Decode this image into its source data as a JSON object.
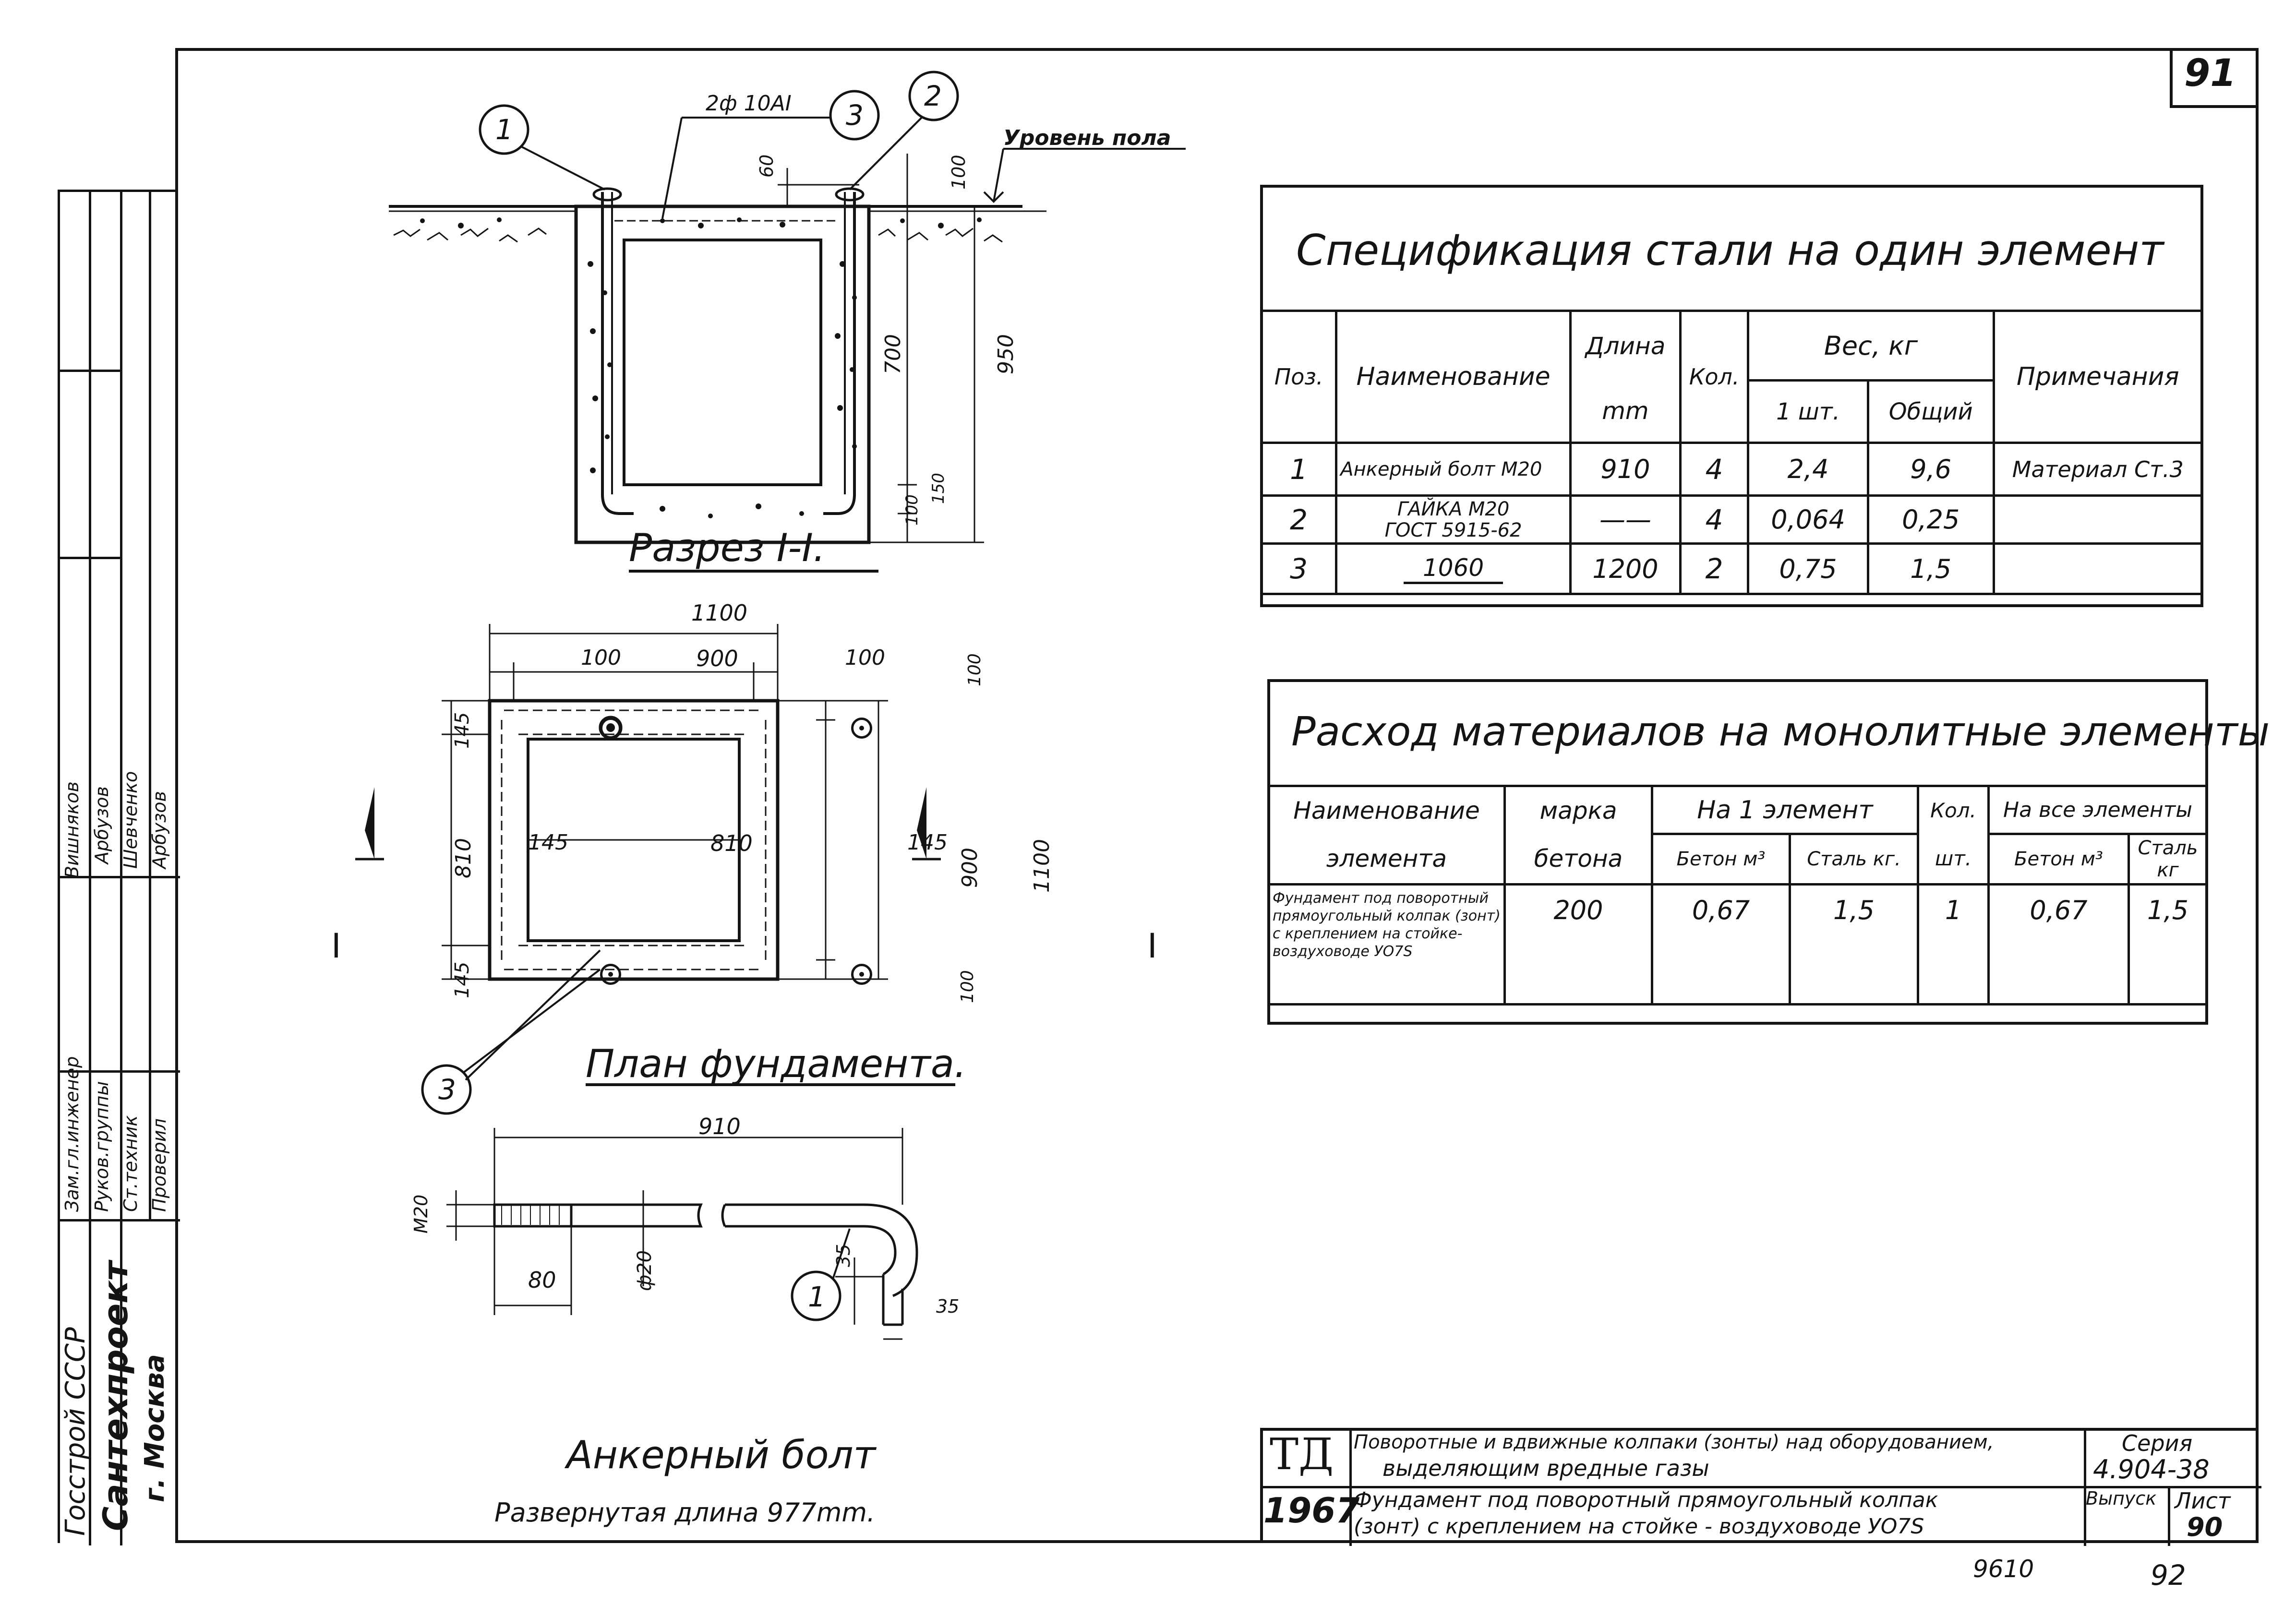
{
  "sheet_number": "91",
  "section": {
    "callout_1": "1",
    "callout_2": "2",
    "callout_3": "3",
    "rebar_label": "2ф 10AI",
    "floor_level": "Уровень пола",
    "dim_60": "60",
    "dim_100_top": "100",
    "dim_700": "700",
    "dim_950": "950",
    "dim_150": "150",
    "dim_100_bottom": "100",
    "title": "Разрез I-I."
  },
  "plan": {
    "dim_1100_top": "1100",
    "dim_100_left": "100",
    "dim_900_top": "900",
    "dim_100_right": "100",
    "dim_145_top": "145",
    "dim_810_left": "810",
    "dim_145_bottom": "145",
    "dim_145_inner_left": "145",
    "dim_810_center": "810",
    "dim_145_inner_right": "145",
    "dim_100_right_top": "100",
    "dim_900_right": "900",
    "dim_100_right_bottom": "100",
    "dim_1100_right": "1100",
    "cut_left": "I",
    "cut_right": "I",
    "callout_3": "3",
    "title": "План фундамента."
  },
  "bolt": {
    "dim_910": "910",
    "dim_m20": "M20",
    "dim_80": "80",
    "dim_d20": "ф20",
    "dim_35_v": "35",
    "dim_35_h": "35",
    "callout_1": "1",
    "title": "Анкерный болт",
    "subtitle": "Развернутая длина 977mm."
  },
  "spec_table": {
    "title": "Спецификация стали на один элемент",
    "headers": {
      "pos": "Поз.",
      "name": "Наименование",
      "length": "Длина",
      "length_unit": "mm",
      "qty": "Кол.",
      "weight": "Вес, кг",
      "weight_one": "1 шт.",
      "weight_total": "Общий",
      "notes": "Примечания"
    },
    "rows": [
      {
        "pos": "1",
        "name": "Анкерный болт M20",
        "length": "910",
        "qty": "4",
        "one": "2,4",
        "total": "9,6",
        "note": "Материал Ст.3"
      },
      {
        "pos": "2",
        "name": "ГАЙКА M20",
        "name2": "ГОСТ 5915-62",
        "length": "——",
        "qty": "4",
        "one": "0,064",
        "total": "0,25",
        "note": ""
      },
      {
        "pos": "3",
        "name": "1060",
        "length": "1200",
        "qty": "2",
        "one": "0,75",
        "total": "1,5",
        "note": ""
      }
    ]
  },
  "materials_table": {
    "title": "Расход материалов на монолитные элементы",
    "headers": {
      "name1": "Наименование",
      "name2": "элемента",
      "grade1": "марка",
      "grade2": "бетона",
      "per_one": "На 1 элемент",
      "concrete": "Бетон м³",
      "steel": "Сталь кг.",
      "qty1": "Кол.",
      "qty2": "шт.",
      "all": "На все элементы",
      "concrete_all": "Бетон м³",
      "steel_all": "Сталь кг"
    },
    "row": {
      "name": "Фундамент под поворотный прямоугольный колпак (зонт) с креплением на стойке-воздуховоде УО7S",
      "grade": "200",
      "concrete": "0,67",
      "steel": "1,5",
      "qty": "1",
      "concrete_all": "0,67",
      "steel_all": "1,5"
    }
  },
  "side_stamp": {
    "org1": "Госстрой СССР",
    "org2": "Сантехпроект",
    "org3": "г. Москва",
    "roles": [
      "Зам.гл.инженер",
      "Руков.группы",
      "Ст.техник",
      "Проверил"
    ],
    "names": [
      "Вишняков",
      "Арбузов",
      "Шевченко",
      "Арбузов"
    ]
  },
  "title_block": {
    "td": "ТД",
    "year": "1967",
    "line1": "Поворотные и вдвижные колпаки (зонты) над оборудованием,",
    "line2": "выделяющим вредные газы",
    "line3": "Фундамент под поворотный прямоугольный колпак",
    "line4": "(зонт) с креплением на стойке - воздуховоде УО7S",
    "series_label": "Серия",
    "series_value": "4.904-38",
    "issue_label": "Выпуск",
    "sheet_label": "Лист",
    "sheet_value": "90"
  },
  "footer": {
    "code": "9610",
    "page": "92"
  }
}
